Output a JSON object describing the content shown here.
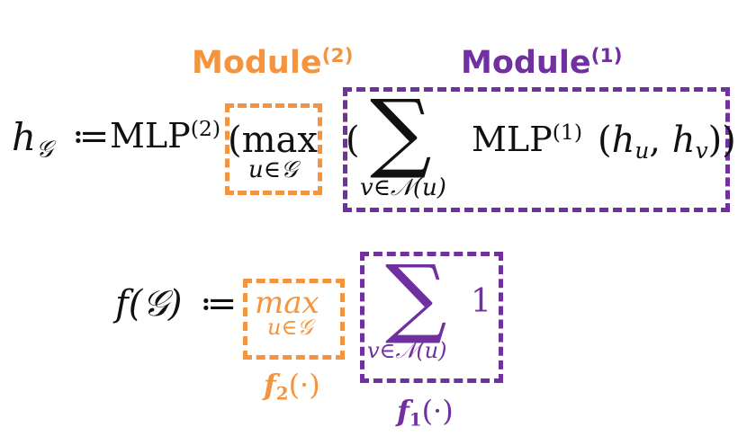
{
  "colors": {
    "module2": "#f4943e",
    "module1": "#7030a0",
    "text": "#111111"
  },
  "labels": {
    "module2": {
      "word": "Module",
      "sup": "(2)"
    },
    "module1": {
      "word": "Module",
      "sup": "(1)"
    }
  },
  "eq1": {
    "lhs_var": "h",
    "lhs_sub": "𝒢",
    "assign": "≔",
    "mlp2_name": "MLP",
    "mlp2_sup": "(2)",
    "max_open": "(max",
    "max_sub": "u∈𝒢",
    "open_paren": "(",
    "sum_symbol": "∑",
    "sum_sub": "v∈𝒩(u)",
    "mlp1_name": "MLP",
    "mlp1_sup": "(1)",
    "arg_open": "(",
    "h1": "h",
    "h1_sub": "u",
    "comma": ",",
    "h2": "h",
    "h2_sub": "v",
    "arg_close": "))"
  },
  "eq2": {
    "lhs": "f(𝒢)",
    "assign": "≔",
    "max_word": "max",
    "max_sub": "u∈𝒢",
    "sum_symbol": "∑",
    "sum_sub": "v∈𝒩(u)",
    "one": "1"
  },
  "f2_label": {
    "name": "f",
    "sub": "2",
    "arg": "(·)"
  },
  "f1_label": {
    "name": "f",
    "sub": "1",
    "arg": "(·)"
  }
}
